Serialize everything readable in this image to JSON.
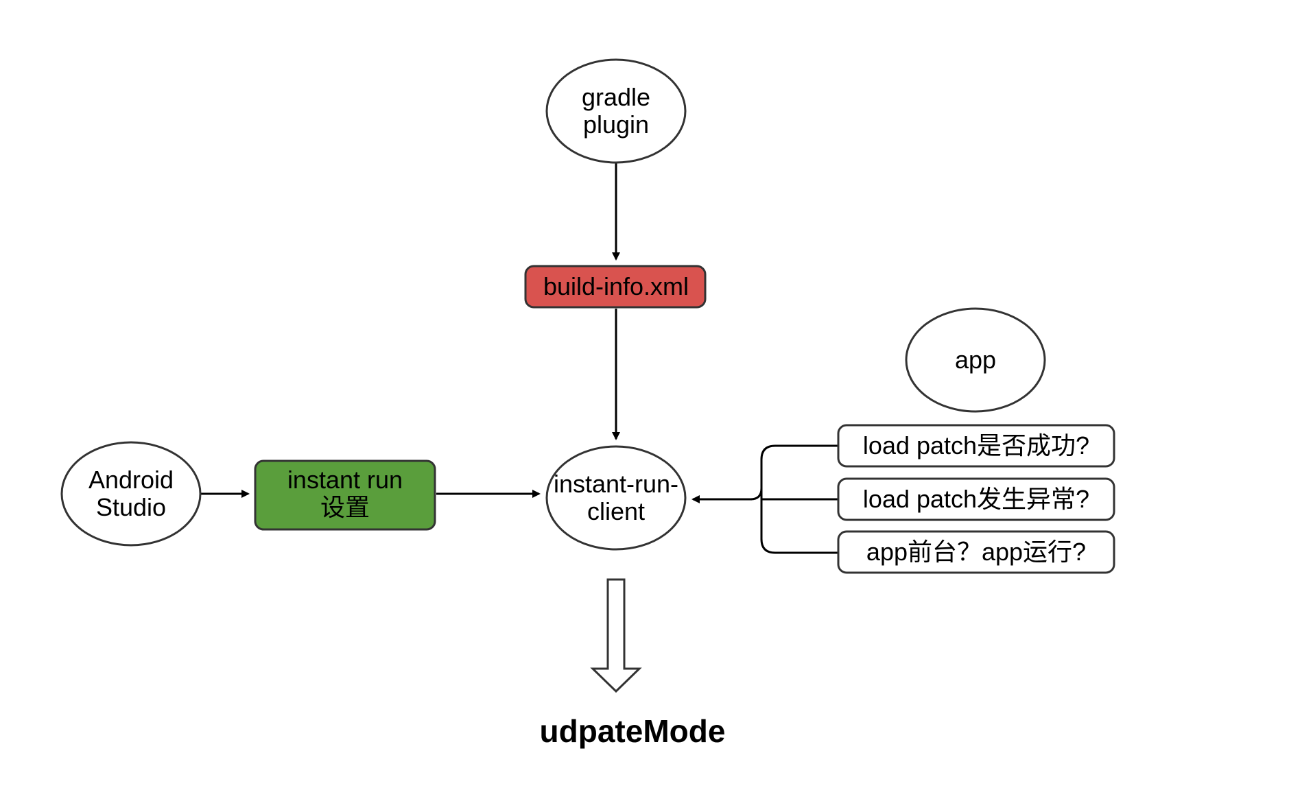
{
  "nodes": {
    "gradle_plugin": {
      "line1": "gradle",
      "line2": "plugin"
    },
    "build_info": {
      "label": "build-info.xml"
    },
    "android_studio": {
      "line1": "Android",
      "line2": "Studio"
    },
    "instant_run_settings": {
      "line1": "instant run",
      "line2": "设置"
    },
    "instant_run_client": {
      "line1": "instant-run-",
      "line2": "client"
    },
    "app": {
      "label": "app"
    },
    "app_conditions": [
      {
        "label": "load patch是否成功?"
      },
      {
        "label": "load patch发生异常?"
      },
      {
        "label": "app前台？app运行?"
      }
    ]
  },
  "result": {
    "label": "udpateMode"
  },
  "colors": {
    "build_info_fill": "#d9534f",
    "instant_run_settings_fill": "#5a9e3c",
    "stroke": "#333333",
    "node_fill": "#ffffff"
  }
}
